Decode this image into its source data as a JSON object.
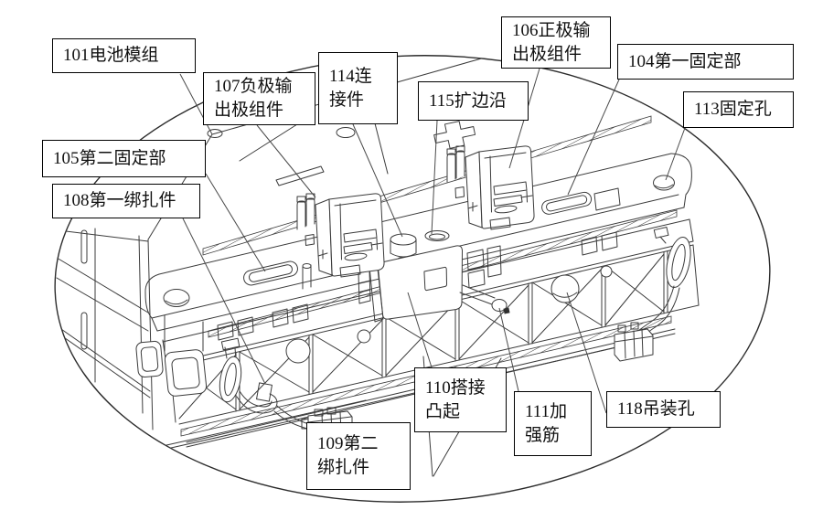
{
  "figure": {
    "background": "#ffffff",
    "line_color": "#3b3b3b",
    "label_border_color": "#000000"
  },
  "labels": {
    "l101": {
      "id": "101",
      "text": "101电池模组",
      "lines": [
        "101电池模组"
      ]
    },
    "l104": {
      "id": "104",
      "text": "104第一固定部",
      "lines": [
        "104第一固定部"
      ]
    },
    "l105": {
      "id": "105",
      "text": "105第二固定部",
      "lines": [
        "105第二固定部"
      ]
    },
    "l106": {
      "id": "106",
      "text": "106正极输出极组件",
      "lines": [
        "106正极输",
        "出极组件"
      ]
    },
    "l107": {
      "id": "107",
      "text": "107负极输出极组件",
      "lines": [
        "107负极输",
        "出极组件"
      ]
    },
    "l108": {
      "id": "108",
      "text": "108第一绑扎件",
      "lines": [
        "108第一绑扎件"
      ]
    },
    "l109": {
      "id": "109",
      "text": "109第二绑扎件",
      "lines": [
        "109第二",
        "绑扎件"
      ]
    },
    "l110": {
      "id": "110",
      "text": "110搭接凸起",
      "lines": [
        "110搭接",
        "凸起"
      ]
    },
    "l111": {
      "id": "111",
      "text": "111加强筋",
      "lines": [
        "111加",
        "强筋"
      ]
    },
    "l113": {
      "id": "113",
      "text": "113固定孔",
      "lines": [
        "113固定孔"
      ]
    },
    "l114": {
      "id": "114",
      "text": "114连接件",
      "lines": [
        "114连",
        "接件"
      ]
    },
    "l115": {
      "id": "115",
      "text": "115扩边沿",
      "lines": [
        "115扩边沿"
      ]
    },
    "l118": {
      "id": "118",
      "text": "118吊装孔",
      "lines": [
        "118吊装孔"
      ]
    }
  }
}
